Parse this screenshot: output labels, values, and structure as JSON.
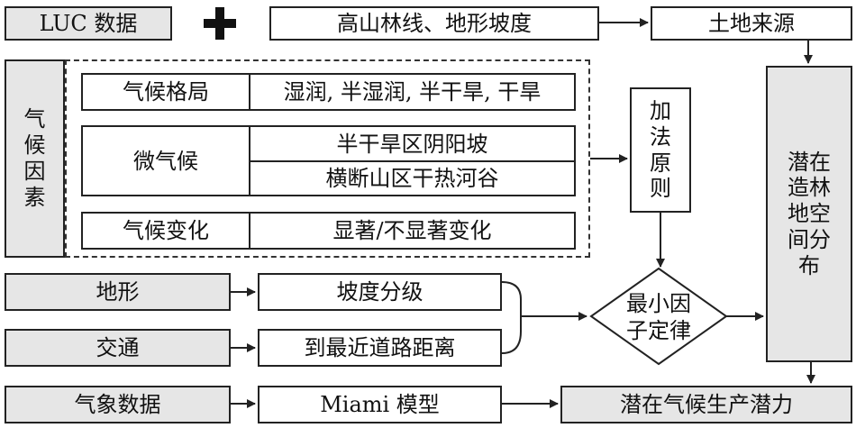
{
  "top_row": {
    "luc": "LUC 数据",
    "treeline": "高山林线、地形坡度",
    "land_source": "土地来源"
  },
  "climate": {
    "factor_label": [
      "气",
      "候",
      "因",
      "素"
    ],
    "pattern_label": "气候格局",
    "pattern_value": "湿润, 半湿润, 半干旱, 干旱",
    "micro_label": "微气候",
    "micro_value_1": "半干旱区阴阳坡",
    "micro_value_2": "横断山区干热河谷",
    "change_label": "气候变化",
    "change_value": "显著/不显著变化"
  },
  "additive_rule": [
    "加",
    "法",
    "原",
    "则"
  ],
  "potential_distribution": [
    "潜在",
    "造林",
    "地空",
    "间分",
    "布"
  ],
  "terrain": {
    "label": "地形",
    "value": "坡度分级"
  },
  "traffic": {
    "label": "交通",
    "value": "到最近道路距离"
  },
  "weather": {
    "label": "气象数据",
    "value": "Miami 模型",
    "result": "潜在气候生产潜力"
  },
  "min_factor": [
    "最小因",
    "子定律"
  ]
}
